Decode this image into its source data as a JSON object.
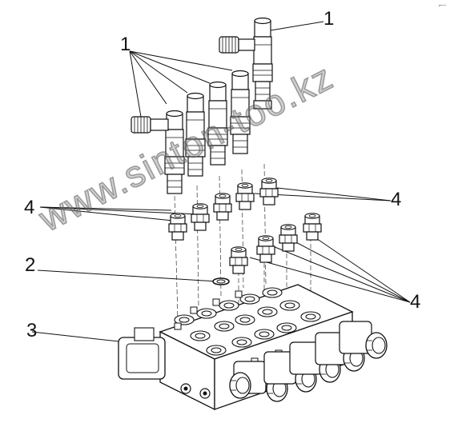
{
  "callouts": {
    "c1_top": "1",
    "c1_left": "1",
    "c2": "2",
    "c3": "3",
    "c4_left": "4",
    "c4_right": "4",
    "c4_bottom": "4"
  },
  "corner_mark": "⌐–",
  "watermark": "www.sinton-too.kz",
  "colors": {
    "line": "#111111",
    "fill": "#ffffff",
    "shade": "#d9d9d9",
    "watermark": "#8a8a8a"
  }
}
